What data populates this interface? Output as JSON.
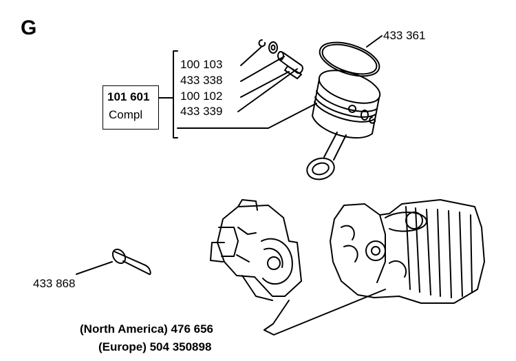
{
  "section": "G",
  "kit": {
    "part_number": "101 601",
    "label": "Compl"
  },
  "piston_kit_parts": [
    "100 103",
    "433 338",
    "100 102",
    "433 339"
  ],
  "parts": {
    "ring": "433 361",
    "sleeve": "433 868"
  },
  "crankcase": {
    "north_america": "(North America) 476 656",
    "europe": "(Europe) 504 350898"
  }
}
